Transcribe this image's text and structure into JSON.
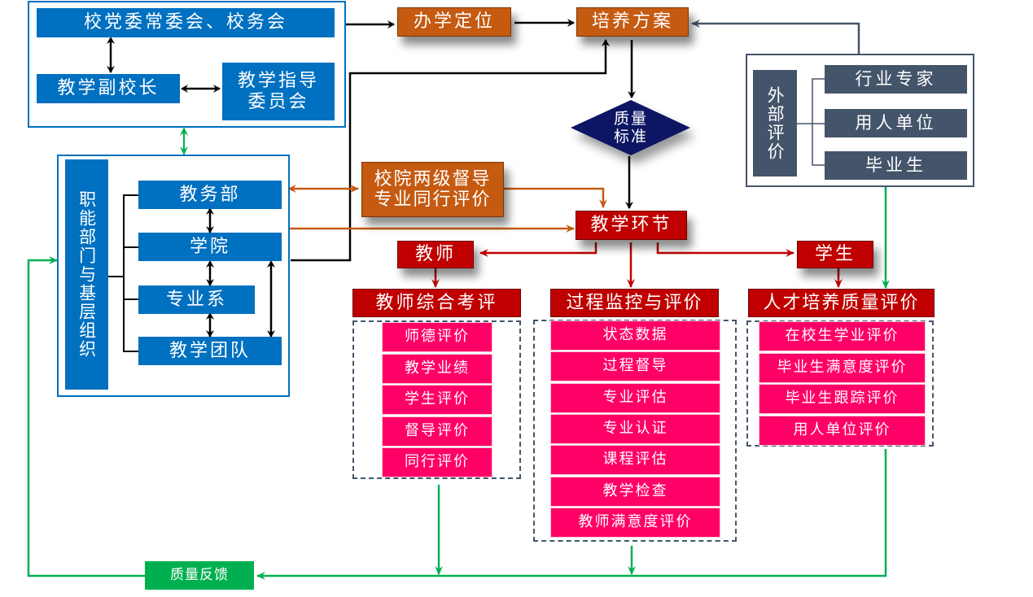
{
  "leadership": {
    "committee": "校党委常委会、校务会",
    "vice_president": "教学副校长",
    "teaching_committee": "教学指导委员会"
  },
  "functional": {
    "title": "职能部门与基层组织",
    "units": [
      "教务部",
      "学院",
      "专业系",
      "教学团队"
    ]
  },
  "flow": {
    "positioning": "办学定位",
    "training_plan": "培养方案",
    "quality_standard": "质量标准",
    "supervision": "校院两级督导专业同行评价",
    "teaching_process": "教学环节",
    "teacher": "教师",
    "student": "学生",
    "quality_feedback": "质量反馈"
  },
  "external": {
    "title": "外部评价",
    "items": [
      "行业专家",
      "用人单位",
      "毕业生"
    ]
  },
  "columns": {
    "teacher_eval": {
      "title": "教师综合考评",
      "items": [
        "师德评价",
        "教学业绩",
        "学生评价",
        "督导评价",
        "同行评价"
      ]
    },
    "process_eval": {
      "title": "过程监控与评价",
      "items": [
        "状态数据",
        "过程督导",
        "专业评估",
        "专业认证",
        "课程评估",
        "教学检查",
        "教师满意度评价"
      ]
    },
    "talent_eval": {
      "title": "人才培养质量评价",
      "items": [
        "在校生学业评价",
        "毕业生满意度评价",
        "毕业生跟踪评价",
        "用人单位评价"
      ]
    }
  },
  "colors": {
    "blue": "#0070c0",
    "orange": "#c55a11",
    "dark_red": "#c00000",
    "pink": "#ff0066",
    "slate": "#44546a",
    "navy": "#0b1464",
    "green": "#00b050"
  }
}
